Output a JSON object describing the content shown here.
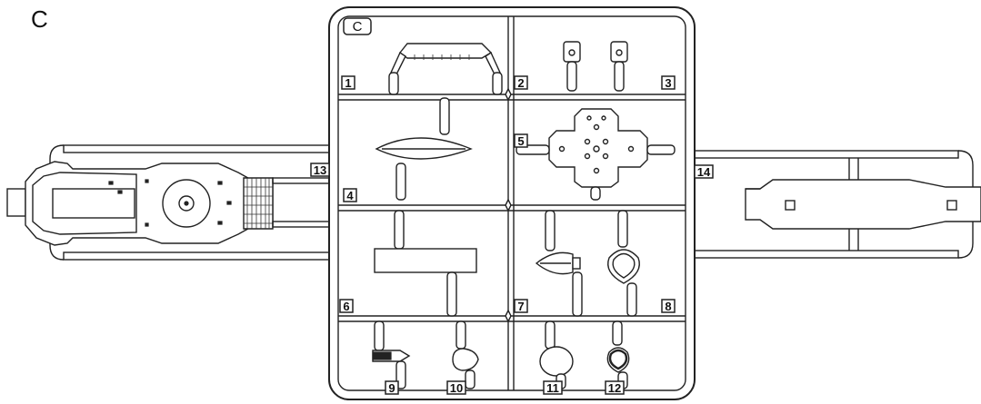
{
  "sheet": {
    "letter": "C"
  },
  "sprue": {
    "tag": "C",
    "part_numbers": [
      "1",
      "2",
      "3",
      "4",
      "5",
      "6",
      "7",
      "8",
      "9",
      "10",
      "11",
      "12",
      "13",
      "14"
    ]
  }
}
